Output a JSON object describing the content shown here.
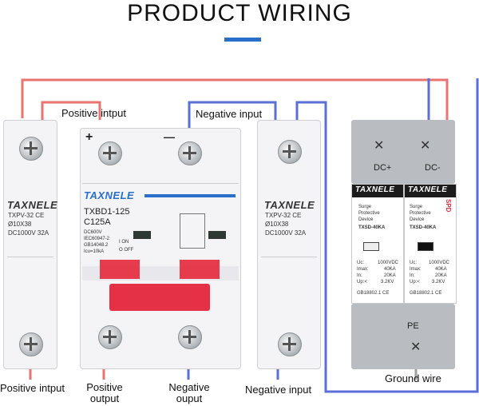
{
  "title": "PRODUCT WIRING",
  "labels": {
    "positive_intput_top": "Positive intput",
    "negative_input_top": "Negative input",
    "positive_intput_bottom": "Positive intput",
    "positive_output": "Positive\noutput",
    "negative_ouput": "Negative\nouput",
    "negative_input_bottom": "Negative input",
    "ground_wire": "Ground wire"
  },
  "fuse_left": {
    "brand": "TAXNELE",
    "model": "TXPV-32 CE",
    "size": "Ø10X38",
    "rating": "DC1000V  32A"
  },
  "fuse_right": {
    "brand": "TAXNELE",
    "model": "TXPV-32 CE",
    "size": "Ø10X38",
    "rating": "DC1000V  32A"
  },
  "breaker": {
    "plus": "+",
    "minus": "—",
    "brand": "TAXNELE",
    "model": "TXBD1-125",
    "current": "C125A",
    "specs": [
      "DC600V",
      "IEC60947-2",
      "GB14048.2",
      "Icu=10kA"
    ],
    "on": "I ON",
    "off": "O OFF"
  },
  "spd": {
    "dc_plus": "DC+",
    "dc_minus": "DC-",
    "brand": "TAXNELE",
    "spd_tag": "SPD",
    "desc": [
      "Surge",
      "Protective",
      "Device"
    ],
    "model": "TXSD-40KA",
    "specs_left": [
      "Uc:",
      "Imax:",
      "In:",
      "Up:<"
    ],
    "specs_right": [
      "1000VDC",
      "40KA",
      "20KA",
      "3.2KV"
    ],
    "std": "GB18802.1 CE",
    "pe": "PE"
  },
  "colors": {
    "positive_wire": "#e8736f",
    "negative_wire": "#5b6fd6",
    "ground_wire": "#9aa0a6",
    "breaker_red": "#e53145",
    "accent_blue": "#2a6fc9"
  }
}
